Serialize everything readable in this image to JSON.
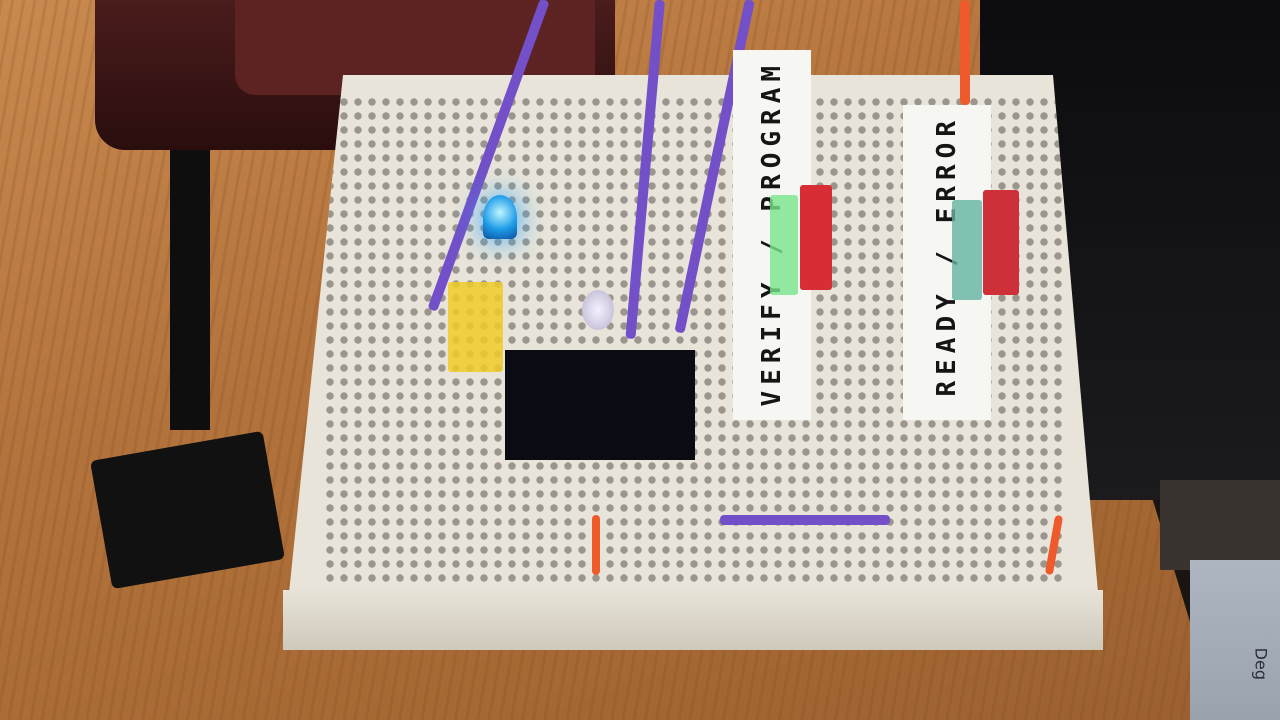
{
  "scene": {
    "description": "Photograph of an electronics breadboard prototype on a wooden desk with LEDs, a DIP socket, resistors and jumper wires",
    "labels": [
      {
        "id": "card-1",
        "text": "VERIFY / PROGRAM"
      },
      {
        "id": "card-2",
        "text": "READY / ERROR"
      }
    ],
    "leds": [
      {
        "color": "blue",
        "state": "on",
        "hex": "#2ba6ff"
      },
      {
        "color": "yellow",
        "state": "off",
        "hex": "#f0cd28"
      },
      {
        "color": "white",
        "state": "off",
        "hex": "#e6e2f0"
      },
      {
        "color": "green",
        "group": "VERIFY / PROGRAM",
        "state": "on",
        "hex": "#78e68c"
      },
      {
        "color": "red",
        "group": "VERIFY / PROGRAM",
        "state": "off",
        "hex": "#d82d35"
      },
      {
        "color": "green",
        "group": "READY / ERROR",
        "state": "off",
        "hex": "#64b4a0"
      },
      {
        "color": "red",
        "group": "READY / ERROR",
        "state": "off",
        "hex": "#cd3039"
      }
    ],
    "background_box_text": "Deg"
  }
}
